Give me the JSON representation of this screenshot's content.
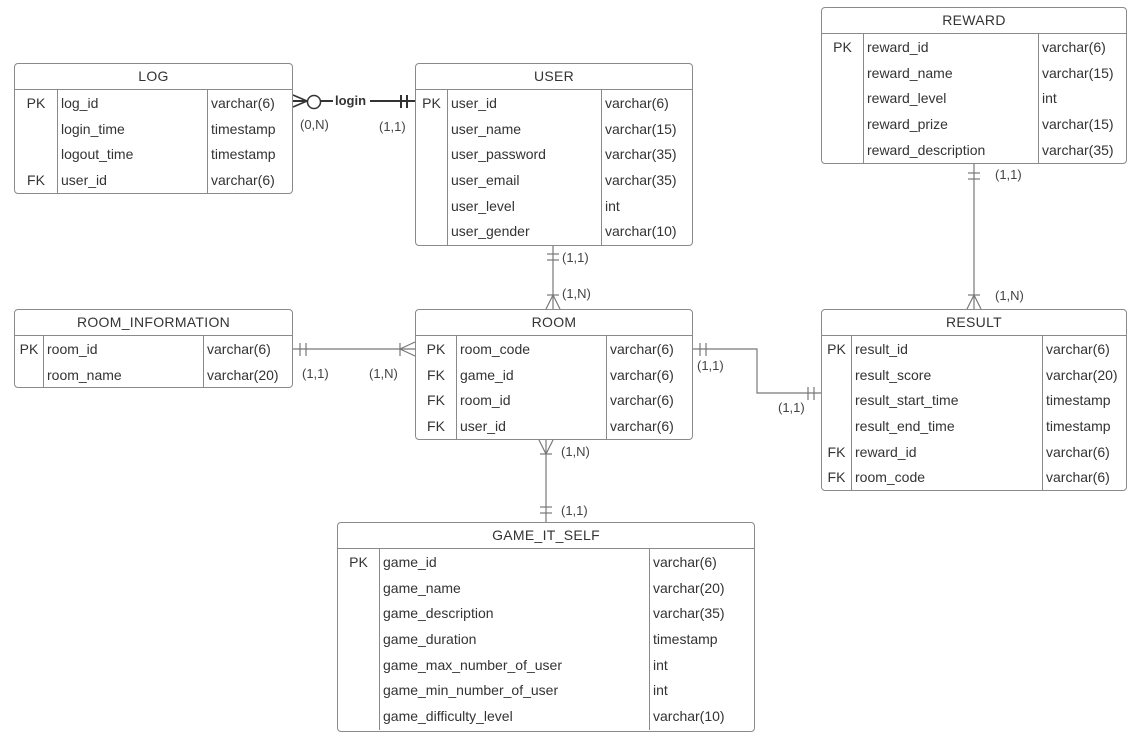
{
  "entities": {
    "log": {
      "title": "LOG",
      "rows": [
        {
          "key": "PK",
          "attr": "log_id",
          "type": "varchar(6)"
        },
        {
          "key": "",
          "attr": "login_time",
          "type": "timestamp"
        },
        {
          "key": "",
          "attr": "logout_time",
          "type": "timestamp"
        },
        {
          "key": "FK",
          "attr": "user_id",
          "type": "varchar(6)"
        }
      ]
    },
    "user": {
      "title": "USER",
      "rows": [
        {
          "key": "PK",
          "attr": "user_id",
          "type": "varchar(6)"
        },
        {
          "key": "",
          "attr": "user_name",
          "type": "varchar(15)"
        },
        {
          "key": "",
          "attr": "user_password",
          "type": "varchar(35)"
        },
        {
          "key": "",
          "attr": "user_email",
          "type": "varchar(35)"
        },
        {
          "key": "",
          "attr": "user_level",
          "type": "int"
        },
        {
          "key": "",
          "attr": "user_gender",
          "type": "varchar(10)"
        }
      ]
    },
    "reward": {
      "title": "REWARD",
      "rows": [
        {
          "key": "PK",
          "attr": "reward_id",
          "type": "varchar(6)"
        },
        {
          "key": "",
          "attr": "reward_name",
          "type": "varchar(15)"
        },
        {
          "key": "",
          "attr": "reward_level",
          "type": "int"
        },
        {
          "key": "",
          "attr": "reward_prize",
          "type": "varchar(15)"
        },
        {
          "key": "",
          "attr": "reward_description",
          "type": "varchar(35)"
        }
      ]
    },
    "room_information": {
      "title": "ROOM_INFORMATION",
      "rows": [
        {
          "key": "PK",
          "attr": "room_id",
          "type": "varchar(6)"
        },
        {
          "key": "",
          "attr": "room_name",
          "type": "varchar(20)"
        }
      ]
    },
    "room": {
      "title": "ROOM",
      "rows": [
        {
          "key": "PK",
          "attr": "room_code",
          "type": "varchar(6)"
        },
        {
          "key": "FK",
          "attr": "game_id",
          "type": "varchar(6)"
        },
        {
          "key": "FK",
          "attr": "room_id",
          "type": "varchar(6)"
        },
        {
          "key": "FK",
          "attr": "user_id",
          "type": "varchar(6)"
        }
      ]
    },
    "result": {
      "title": "RESULT",
      "rows": [
        {
          "key": "PK",
          "attr": "result_id",
          "type": "varchar(6)"
        },
        {
          "key": "",
          "attr": "result_score",
          "type": "varchar(20)"
        },
        {
          "key": "",
          "attr": "result_start_time",
          "type": "timestamp"
        },
        {
          "key": "",
          "attr": "result_end_time",
          "type": "timestamp"
        },
        {
          "key": "FK",
          "attr": "reward_id",
          "type": "varchar(6)"
        },
        {
          "key": "FK",
          "attr": "room_code",
          "type": "varchar(6)"
        }
      ]
    },
    "game_it_self": {
      "title": "GAME_IT_SELF",
      "rows": [
        {
          "key": "PK",
          "attr": "game_id",
          "type": "varchar(6)"
        },
        {
          "key": "",
          "attr": "game_name",
          "type": "varchar(20)"
        },
        {
          "key": "",
          "attr": "game_description",
          "type": "varchar(35)"
        },
        {
          "key": "",
          "attr": "game_duration",
          "type": "timestamp"
        },
        {
          "key": "",
          "attr": "game_max_number_of_user",
          "type": "int"
        },
        {
          "key": "",
          "attr": "game_min_number_of_user",
          "type": "int"
        },
        {
          "key": "",
          "attr": "game_difficulty_level",
          "type": "varchar(10)"
        }
      ]
    }
  },
  "relationships": {
    "log_user": {
      "name": "login",
      "log_card": "(0,N)",
      "user_card": "(1,1)"
    },
    "user_room": {
      "user_card": "(1,1)",
      "room_card": "(1,N)"
    },
    "roominfo_room": {
      "roominfo_card": "(1,1)",
      "room_card": "(1,N)"
    },
    "room_result": {
      "room_card": "(1,1)",
      "result_card": "(1,1)"
    },
    "reward_result": {
      "reward_card": "(1,1)",
      "result_card": "(1,N)"
    },
    "room_game": {
      "room_card": "(1,N)",
      "game_card": "(1,1)"
    }
  }
}
